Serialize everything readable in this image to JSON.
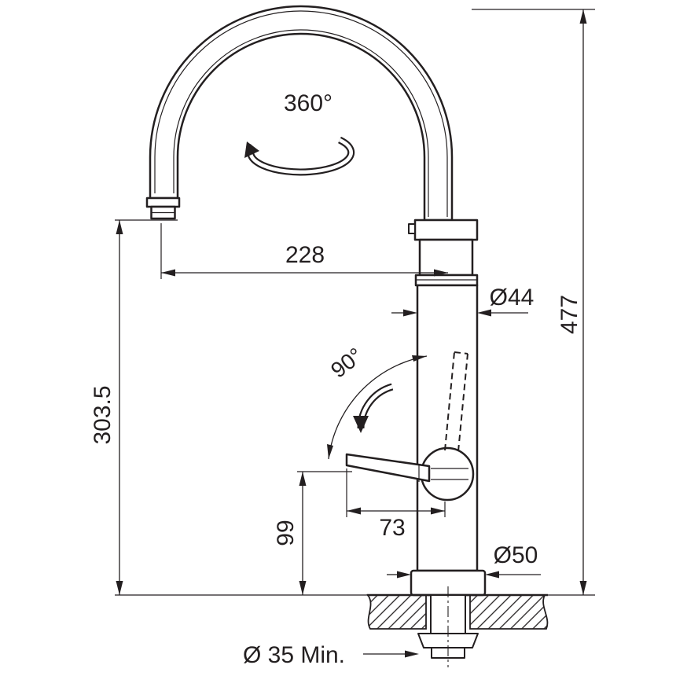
{
  "diagram": {
    "kind": "technical-dimension-drawing",
    "subject": "swivel-spout kitchen mixer tap, side elevation with worktop cut-out",
    "line_color": "#231f20",
    "background_color": "#ffffff",
    "labels": {
      "swivel_range": "360°",
      "spout_reach": "228",
      "body_diameter": "Ø44",
      "total_height": "477",
      "spout_height": "303.5",
      "lever_swing": "90°",
      "lever_length": "73",
      "lever_height": "99",
      "base_diameter": "Ø50",
      "mounting_hole": "Ø 35 Min."
    }
  }
}
